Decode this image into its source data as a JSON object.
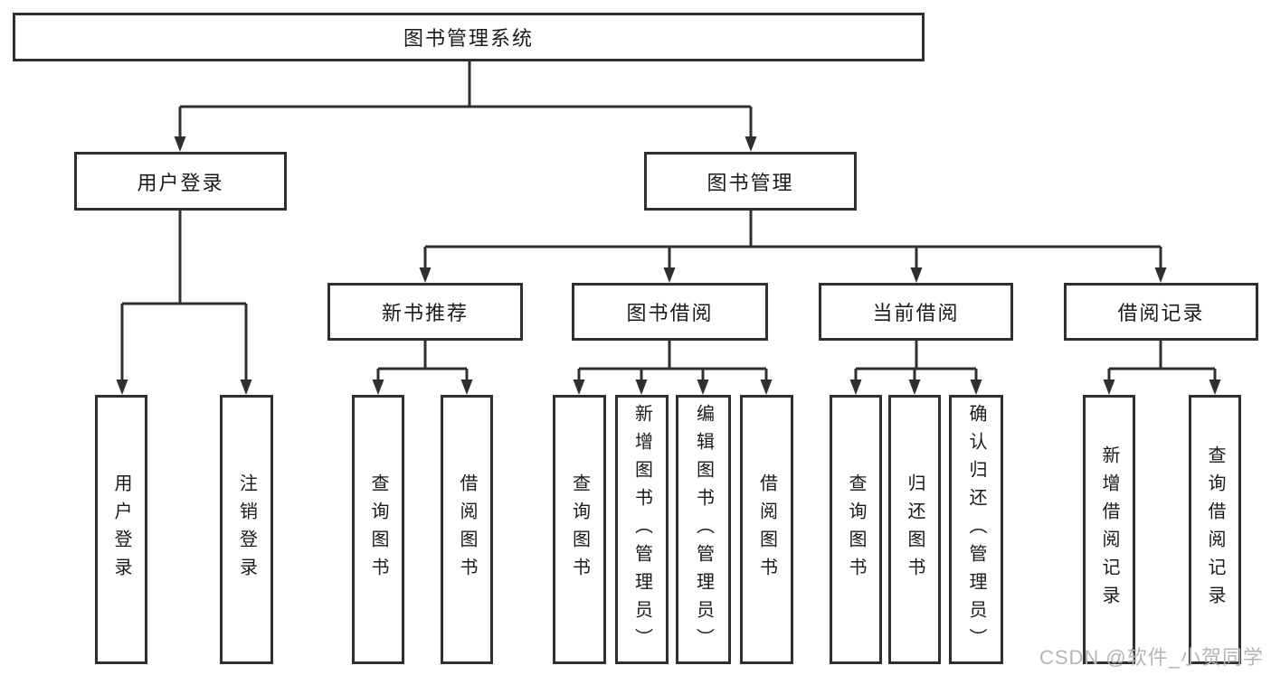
{
  "root": {
    "label": "图书管理系统"
  },
  "branches": {
    "user_login": {
      "label": "用户登录",
      "children": [
        {
          "label": "用户登录"
        },
        {
          "label": "注销登录"
        }
      ]
    },
    "book_management": {
      "label": "图书管理",
      "modules": [
        {
          "label": "新书推荐",
          "children": [
            {
              "label": "查询图书"
            },
            {
              "label": "借阅图书"
            }
          ]
        },
        {
          "label": "图书借阅",
          "children": [
            {
              "label": "查询图书"
            },
            {
              "label": "新增图书（管理员）"
            },
            {
              "label": "编辑图书（管理员）"
            },
            {
              "label": "借阅图书"
            }
          ]
        },
        {
          "label": "当前借阅",
          "children": [
            {
              "label": "查询图书"
            },
            {
              "label": "归还图书"
            },
            {
              "label": "确认归还（管理员）"
            }
          ]
        },
        {
          "label": "借阅记录",
          "children": [
            {
              "label": "新增借阅记录"
            },
            {
              "label": "查询借阅记录"
            }
          ]
        }
      ]
    }
  },
  "watermark": {
    "text": "CSDN @软件_小贺同学"
  },
  "colors": {
    "line": "#2f2f2f",
    "text": "#1a1a1a",
    "watermark": "#b5b5b5",
    "background": "#ffffff"
  }
}
